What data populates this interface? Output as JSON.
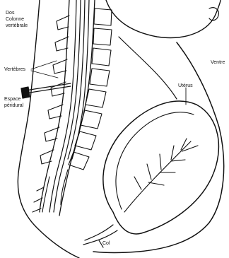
{
  "labels": {
    "dos": "Dos",
    "colonne": "Colonne",
    "vertebrale": "vertébrale",
    "vertebres": "Vertèbres",
    "espace": "Espace",
    "peridural": "péridural",
    "ventre": "Ventre",
    "uterus": "Utérus",
    "col": "Col"
  }
}
